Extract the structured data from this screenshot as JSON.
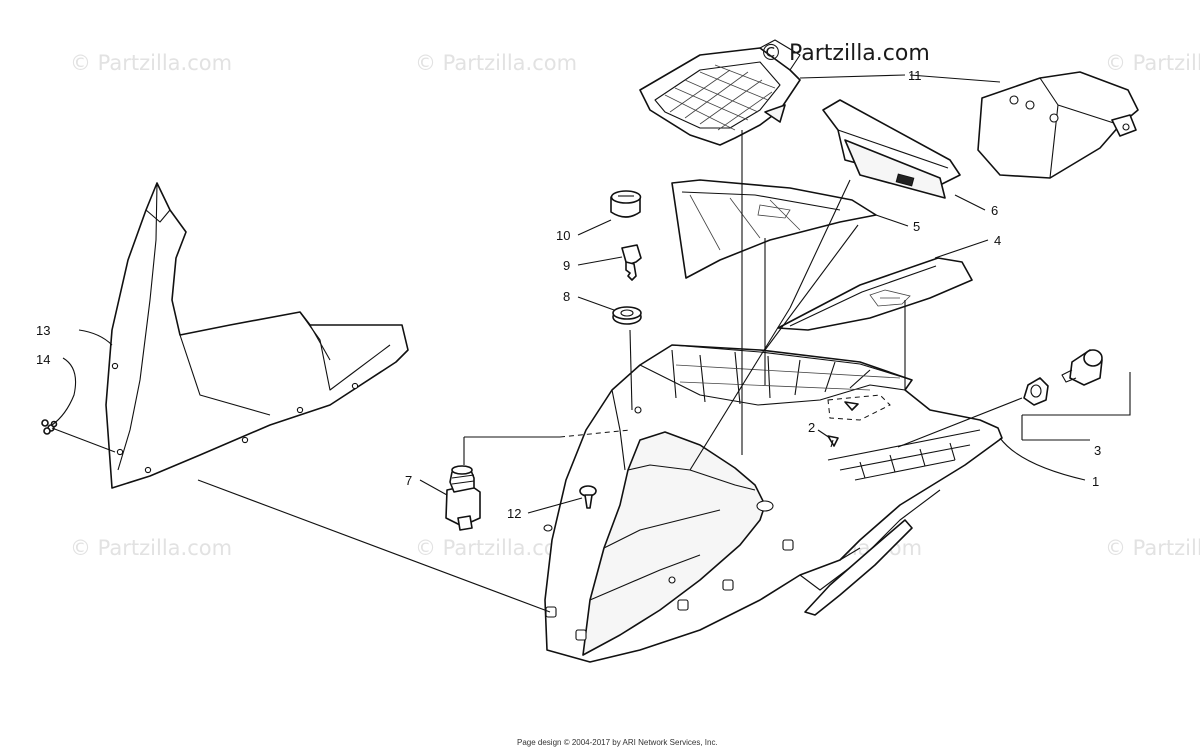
{
  "watermarks": {
    "main": "© Partzilla.com",
    "repeat": "© Partzilla.com"
  },
  "callouts": {
    "c1": "1",
    "c2": "2",
    "c3": "3",
    "c4": "4",
    "c5": "5",
    "c6": "6",
    "c7": "7",
    "c8": "8",
    "c9": "9",
    "c10": "10",
    "c11": "11",
    "c12": "12",
    "c13": "13",
    "c14": "14"
  },
  "footer": "Page design © 2004-2017 by ARI Network Services, Inc."
}
